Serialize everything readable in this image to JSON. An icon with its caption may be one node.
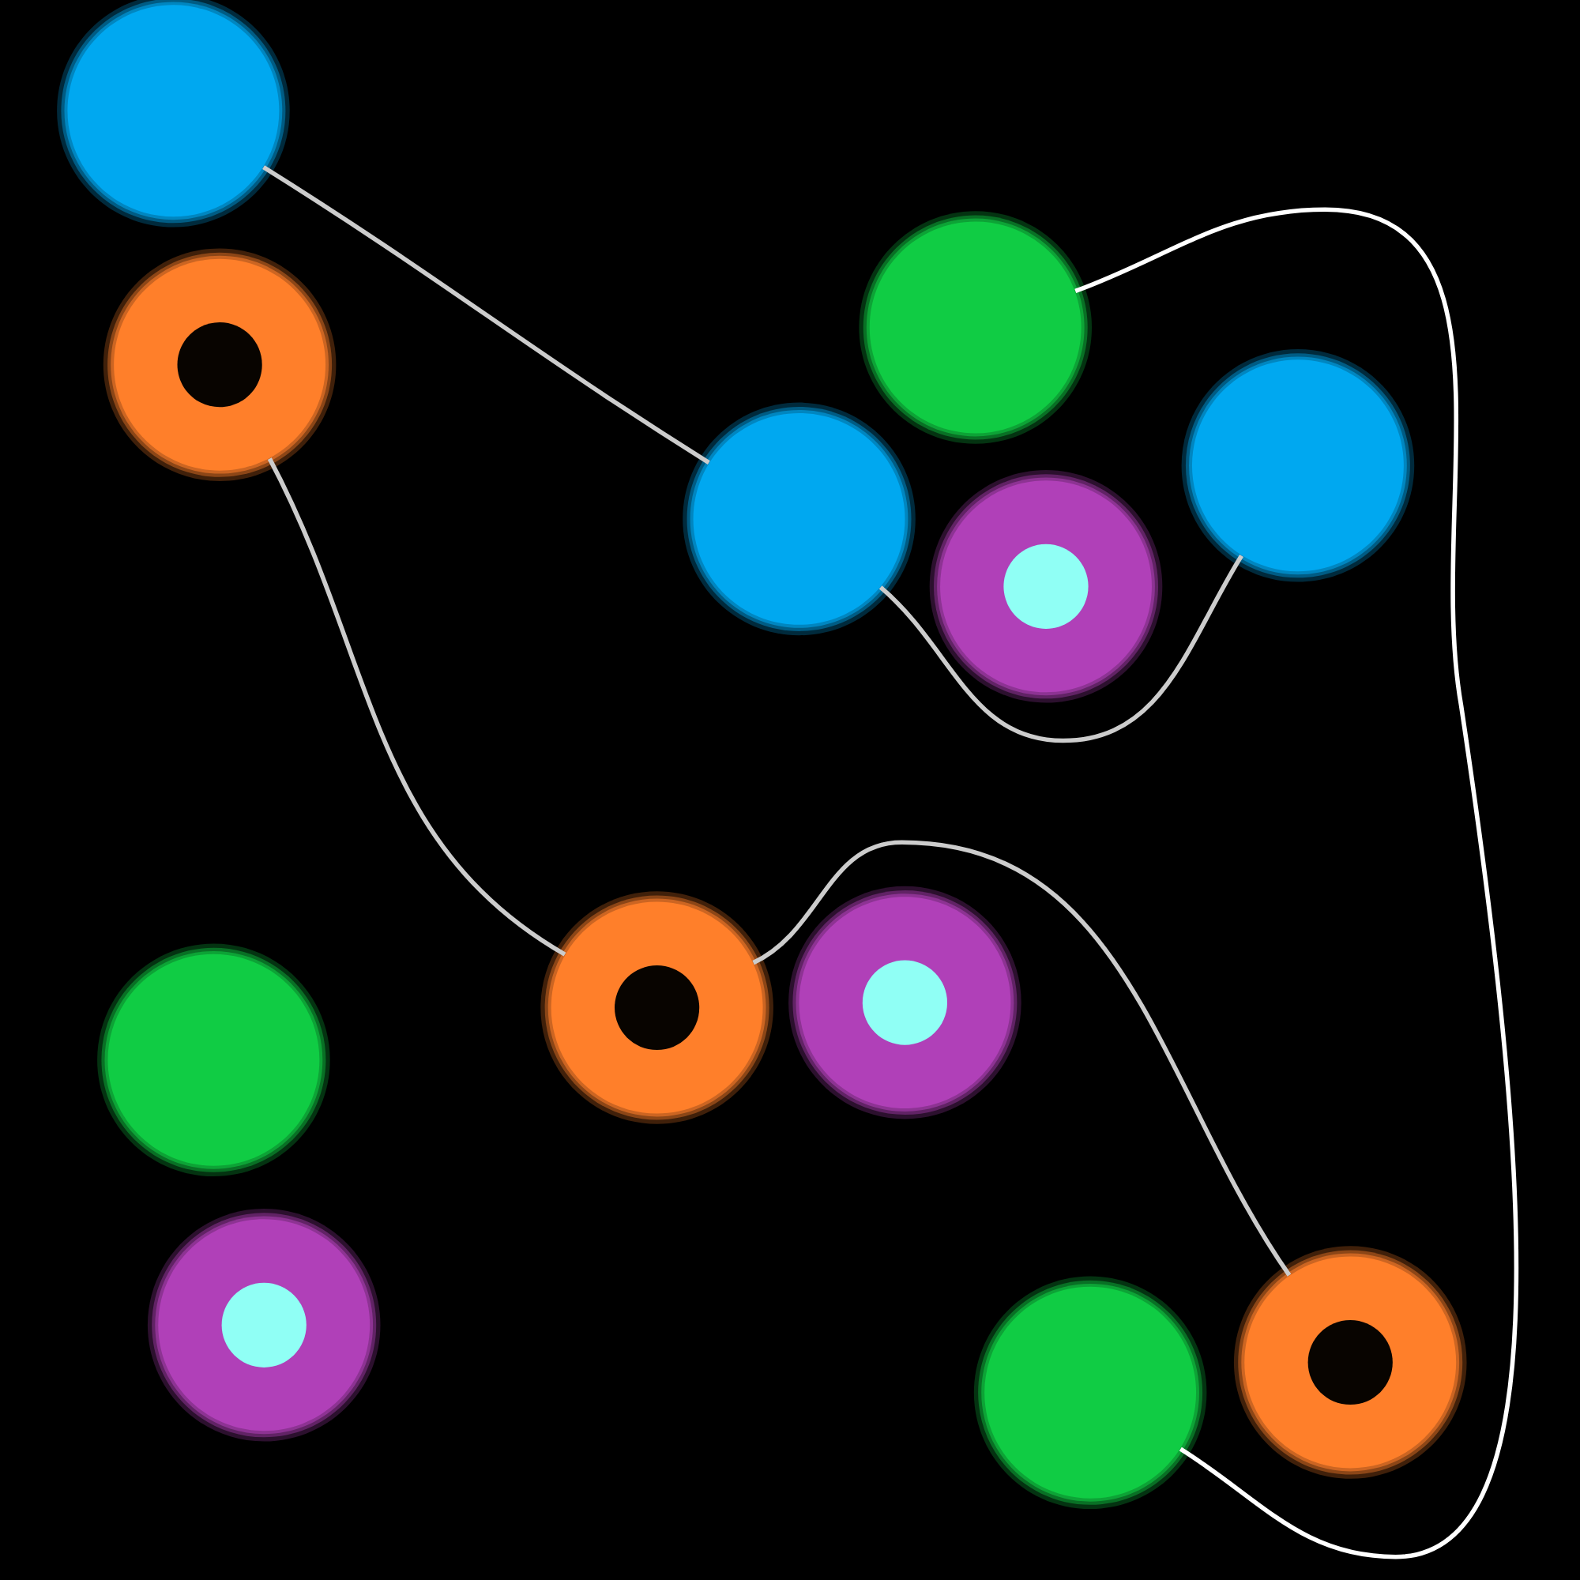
{
  "diagram": {
    "nodes": [
      {
        "text": [],
        "shape": "circle"
      },
      {
        "text": [],
        "shape": "ring"
      },
      {
        "text": [],
        "shape": "circle"
      },
      {
        "text": [],
        "shape": "circle"
      },
      {
        "text": [],
        "shape": "circle"
      },
      {
        "text": [],
        "shape": "ring"
      },
      {
        "text": [],
        "shape": "circle"
      },
      {
        "text": [],
        "shape": "ring"
      },
      {
        "text": [],
        "shape": "ring"
      },
      {
        "text": [],
        "shape": "ring"
      },
      {
        "text": [],
        "shape": "circle"
      },
      {
        "text": [],
        "shape": "ring"
      }
    ],
    "edges": [
      {
        "from": 0,
        "to": 3,
        "arrow": "none"
      },
      {
        "from": 3,
        "to": 4,
        "arrow": "none"
      },
      {
        "from": 1,
        "to": 7,
        "arrow": "none"
      },
      {
        "from": 7,
        "to": 11,
        "arrow": "none"
      },
      {
        "from": 2,
        "to": 10,
        "arrow": "none",
        "color": "#ffffff"
      }
    ]
  }
}
